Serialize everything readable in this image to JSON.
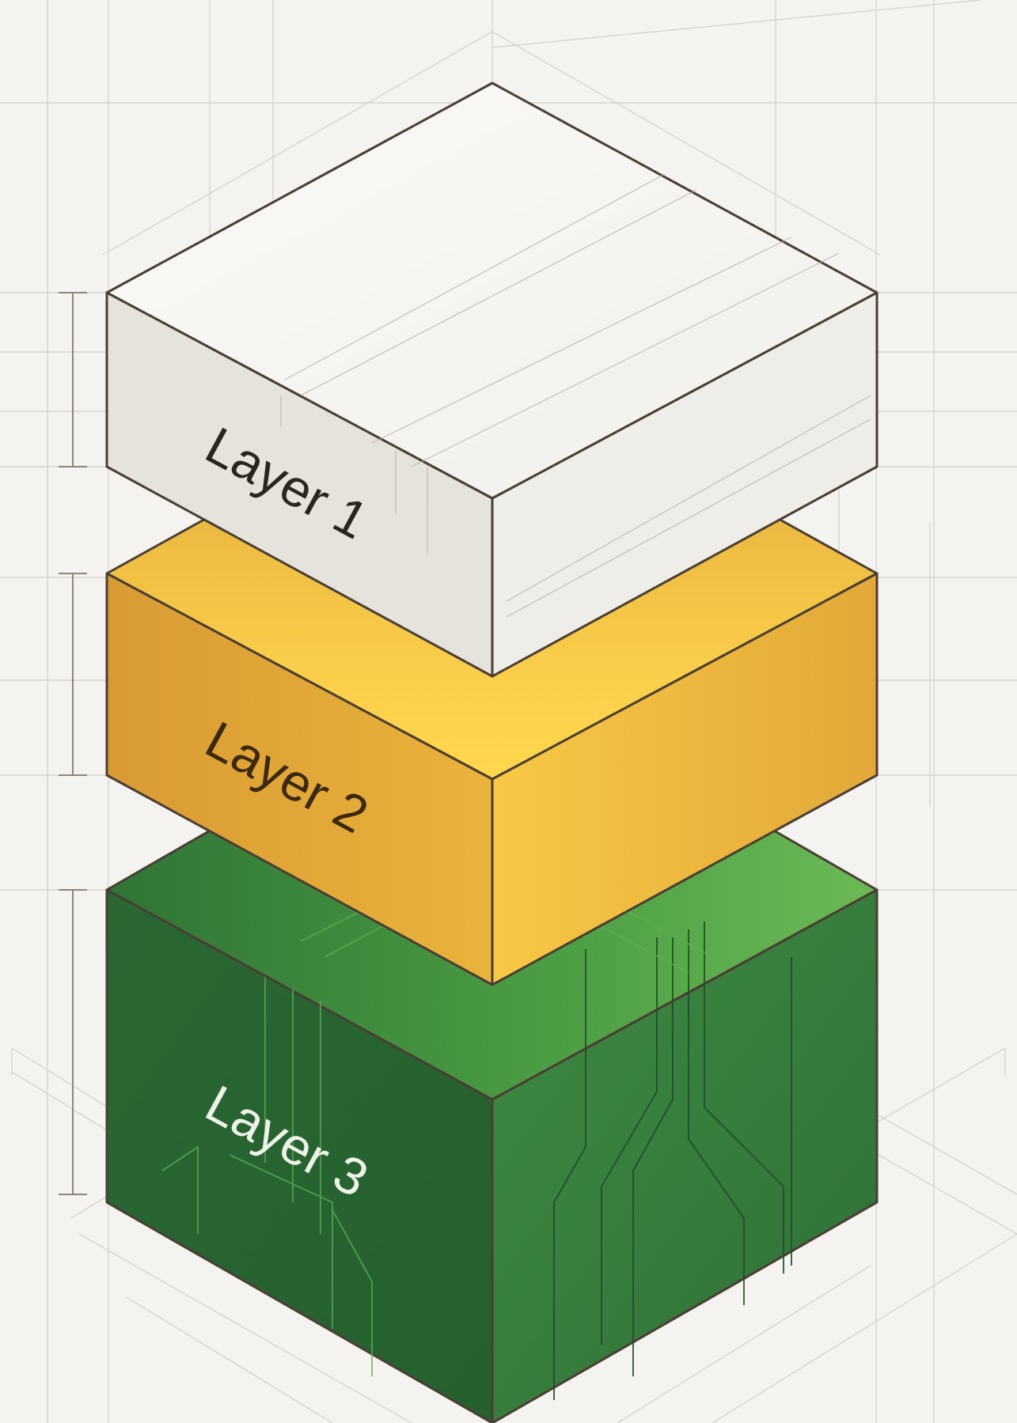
{
  "diagram": {
    "layers": [
      {
        "label": "Layer 1",
        "top_color": "#f6f5f1",
        "left_color": "#e6e3dc",
        "right_color": "#efede8",
        "text_color": "#2b2520"
      },
      {
        "label": "Layer 2",
        "top_color": "#f2bb3a",
        "left_color": "#e2a736",
        "right_color": "#efb43a",
        "text_color": "#3a2810"
      },
      {
        "label": "Layer 3",
        "top_color": "#3e8e3c",
        "left_color": "#2a6a34",
        "right_color": "#3b8740",
        "text_color": "#eef3ea"
      }
    ],
    "outline_color": "#4a3e34",
    "grid_color": "#cfccc4",
    "background_color": "#f4f3ef"
  }
}
